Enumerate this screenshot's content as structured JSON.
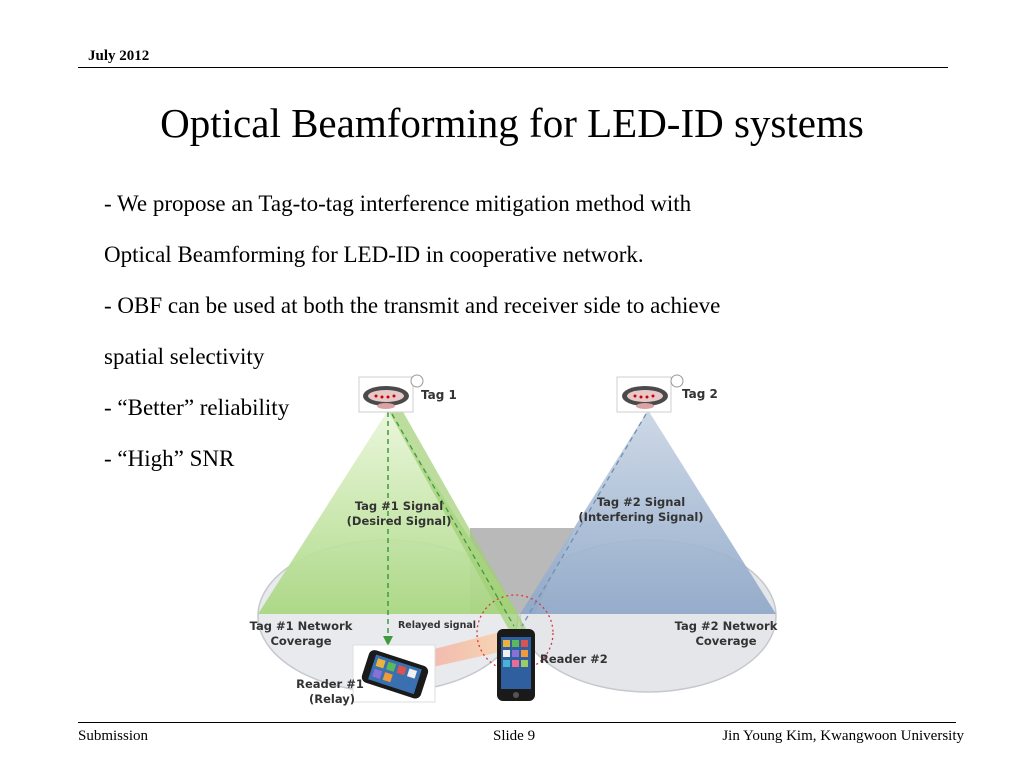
{
  "header": {
    "date": "July 2012"
  },
  "slide": {
    "title": "Optical Beamforming for LED-ID systems",
    "bullets": [
      "-  We propose an Tag-to-tag interference mitigation method with",
      "Optical Beamforming for LED-ID in cooperative network.",
      "- OBF can be used at both the transmit and receiver side to achieve",
      "spatial selectivity",
      "- “Better” reliability",
      "- “High” SNR"
    ]
  },
  "figure": {
    "tag1_label": "Tag 1",
    "tag2_label": "Tag 2",
    "tag1_signal": [
      "Tag #1 Signal",
      "(Desired Signal)"
    ],
    "tag2_signal": [
      "Tag #2 Signal",
      "(Interfering Signal)"
    ],
    "tag1_coverage": [
      "Tag #1 Network",
      "Coverage"
    ],
    "tag2_coverage": [
      "Tag #2 Network",
      "Coverage"
    ],
    "relayed_signal": "Relayed signal",
    "reader1": [
      "Reader #1",
      "(Relay)"
    ],
    "reader2": "Reader #2",
    "colors": {
      "tag1_beam": "#a8d77f",
      "tag2_beam": "#8ea7c8",
      "coverage": "#e4e6ea",
      "relay_circle": "#d43b3b"
    }
  },
  "footer": {
    "left": "Submission",
    "center": "Slide 9",
    "right": "Jin Young Kim, Kwangwoon University"
  }
}
